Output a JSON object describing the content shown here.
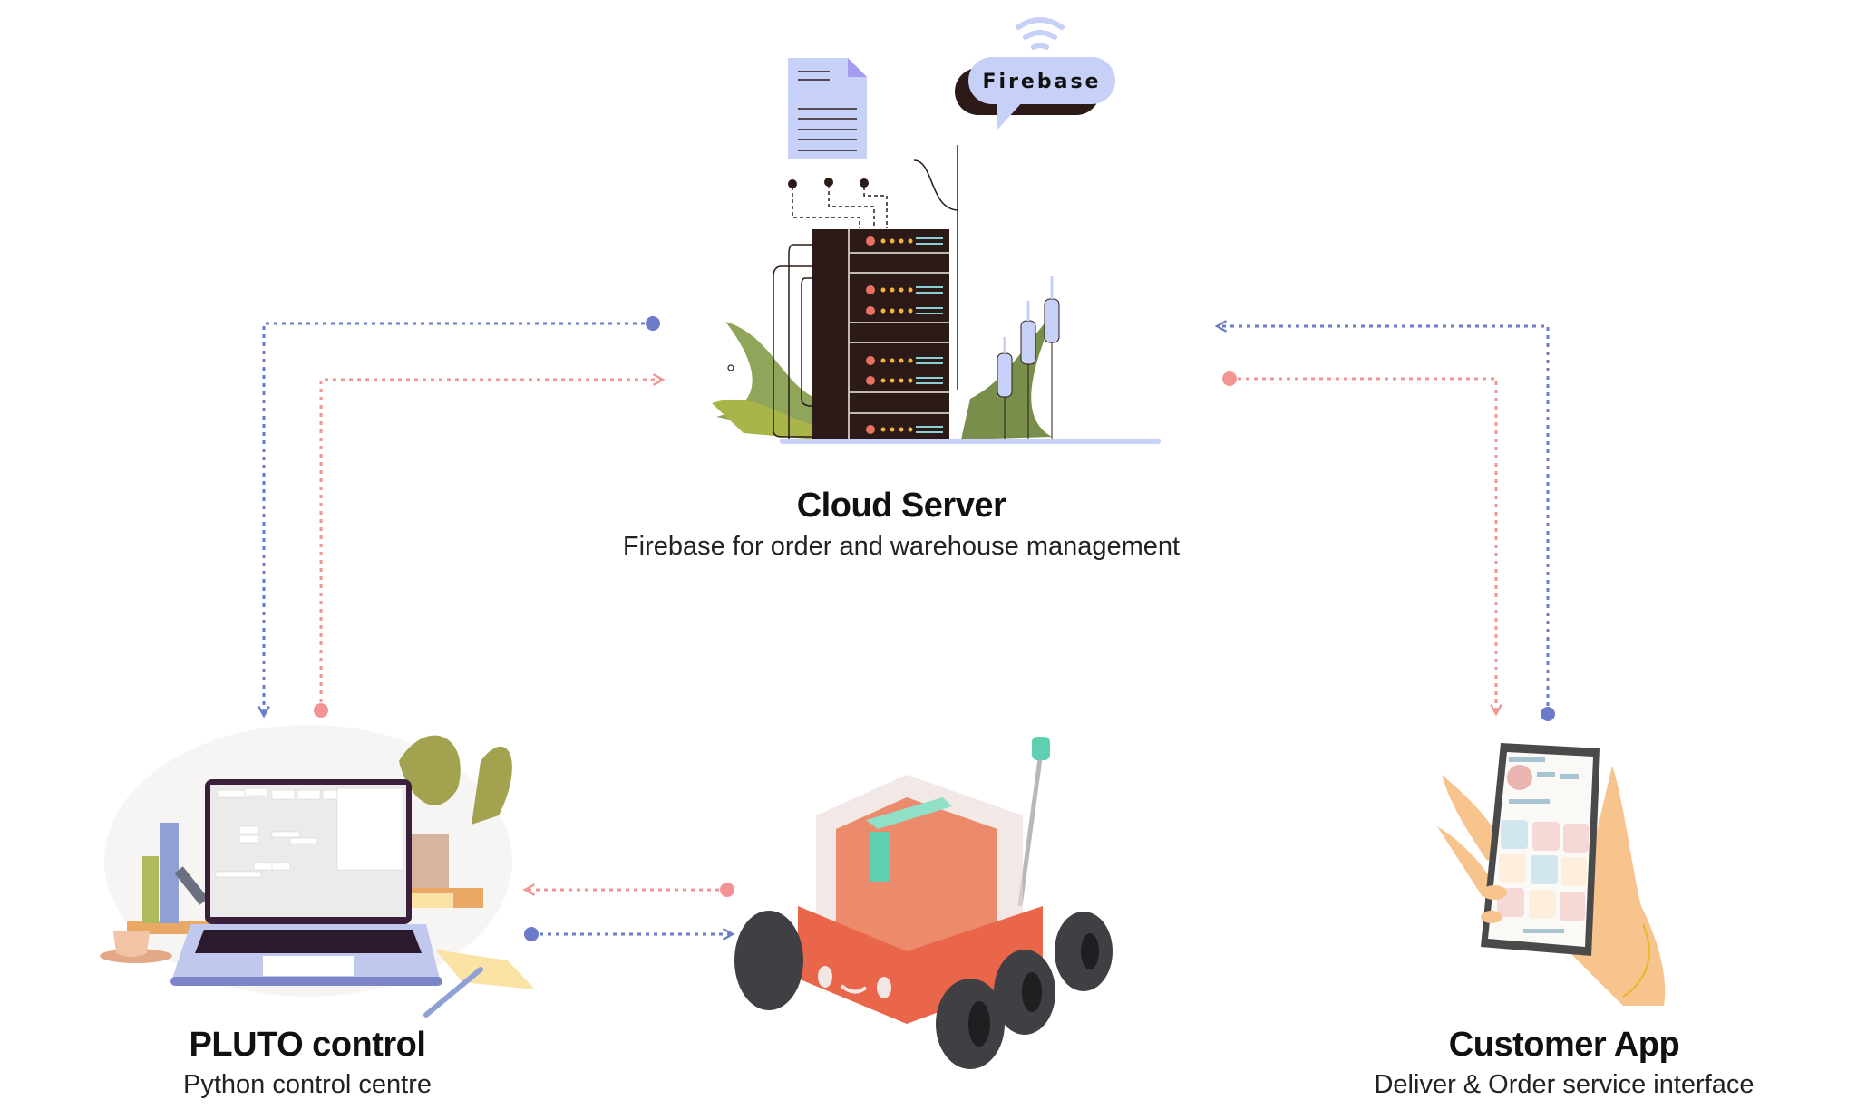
{
  "nodes": {
    "cloud": {
      "title": "Cloud Server",
      "subtitle": "Firebase for order and warehouse management",
      "badge": "Firebase"
    },
    "pluto": {
      "title": "PLUTO control",
      "subtitle": "Python control centre"
    },
    "customer": {
      "title": "Customer App",
      "subtitle": "Deliver & Order service interface"
    },
    "robot": {}
  },
  "colors": {
    "blue_link": "#6b7bc9",
    "pink_link": "#f49393",
    "server": "#2b1a17",
    "accent_lavender": "#c7d0f7"
  },
  "connections": [
    {
      "from": "cloud",
      "to": "pluto",
      "color": "blue"
    },
    {
      "from": "pluto",
      "to": "cloud",
      "color": "pink"
    },
    {
      "from": "customer",
      "to": "cloud",
      "color": "blue"
    },
    {
      "from": "cloud",
      "to": "customer",
      "color": "pink"
    },
    {
      "from": "robot",
      "to": "pluto",
      "color": "pink"
    },
    {
      "from": "pluto",
      "to": "robot",
      "color": "blue"
    }
  ]
}
